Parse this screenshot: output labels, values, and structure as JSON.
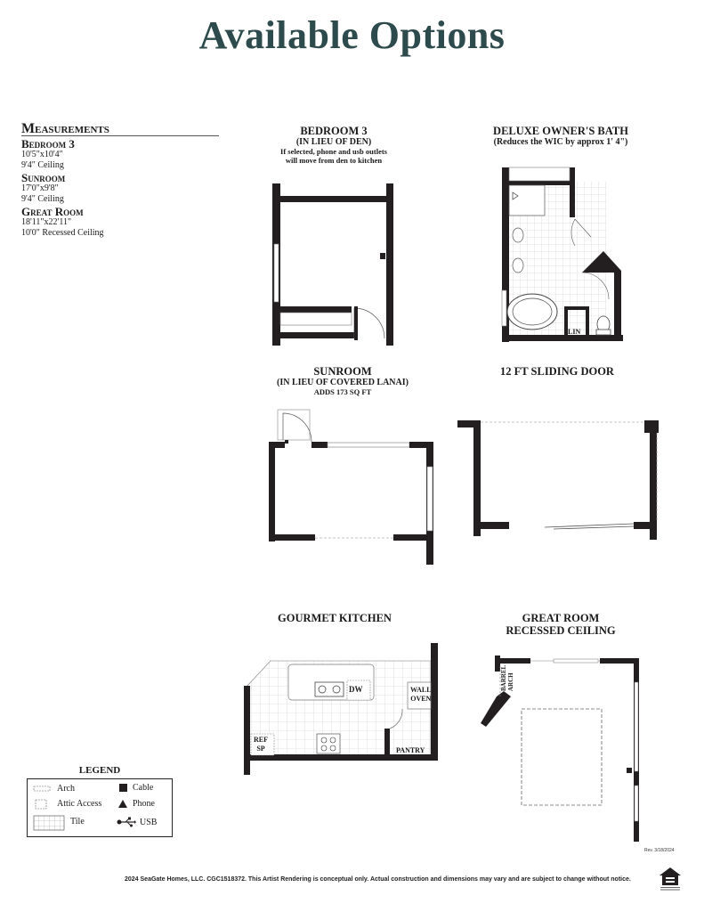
{
  "title": "Available Options",
  "measurements": {
    "heading": "Measurements",
    "rooms": [
      {
        "name": "Bedroom 3",
        "size": "10'5\"x10'4\"",
        "ceiling": "9'4\" Ceiling"
      },
      {
        "name": "Sunroom",
        "size": "17'0\"x9'8\"",
        "ceiling": "9'4\" Ceiling"
      },
      {
        "name": "Great Room",
        "size": "18'11\"x22'11\"",
        "ceiling": "10'0\" Recessed Ceiling"
      }
    ]
  },
  "options": {
    "bedroom3": {
      "title": "BEDROOM 3",
      "sub": "(IN LIEU OF DEN)",
      "note1": "If selected, phone and usb outlets",
      "note2": "will move from den to kitchen"
    },
    "owners_bath": {
      "title": "DELUXE OWNER'S BATH",
      "sub": "(Reduces the WIC by approx 1' 4\")",
      "lin": "LIN"
    },
    "sunroom": {
      "title": "SUNROOM",
      "sub": "(IN LIEU OF COVERED LANAI)",
      "note": "ADDS 173 SQ FT"
    },
    "sliding_door": {
      "title": "12 FT SLIDING DOOR"
    },
    "kitchen": {
      "title": "GOURMET KITCHEN",
      "dw": "DW",
      "wall": "WALL",
      "oven": "OVEN",
      "ref": "REF",
      "sp": "SP",
      "pantry": "PANTRY"
    },
    "great_room": {
      "title1": "GREAT ROOM",
      "title2": "RECESSED CEILING",
      "barrel": "BARREL",
      "arch": "ARCH"
    }
  },
  "legend": {
    "title": "LEGEND",
    "items": {
      "arch": "Arch",
      "attic": "Attic Access",
      "tile": "Tile",
      "cable": "Cable",
      "phone": "Phone",
      "usb": "USB"
    }
  },
  "footer": "2024 SeaGate Homes, LLC. CGC1518372.  This Artist Rendering is conceptual only. Actual construction and dimensions may vary and are subject to change without notice.",
  "revision": "Rev. 3/18/2024",
  "colors": {
    "title": "#2d4a4d",
    "wall": "#231f20",
    "tile": "#c9c9c9"
  }
}
